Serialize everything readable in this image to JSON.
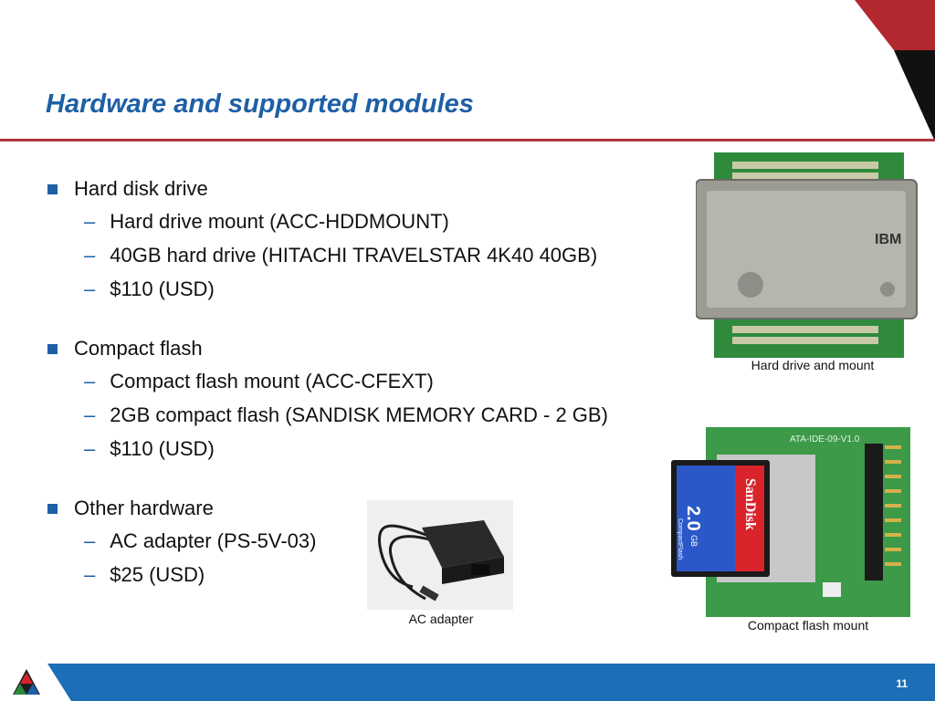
{
  "title": "Hardware and supported modules",
  "sections": [
    {
      "heading": "Hard disk drive",
      "items": [
        "Hard drive mount (ACC-HDDMOUNT)",
        "40GB hard drive (HITACHI TRAVELSTAR 4K40 40GB)",
        "$110 (USD)"
      ]
    },
    {
      "heading": "Compact flash",
      "items": [
        "Compact flash mount (ACC-CFEXT)",
        "2GB compact flash (SANDISK MEMORY CARD - 2 GB)",
        "$110 (USD)"
      ]
    },
    {
      "heading": "Other hardware",
      "items": [
        "AC adapter (PS-5V-03)",
        "$25 (USD)"
      ]
    }
  ],
  "captions": {
    "hdd": "Hard drive and mount",
    "cf": "Compact flash mount",
    "adapter": "AC adapter"
  },
  "photo_text": {
    "hdd_brand": "IBM",
    "cf_board": "ATA-IDE-09-V1.0",
    "cf_brand": "SanDisk",
    "cf_capacity": "2.0",
    "cf_unit": "GB",
    "cf_type": "CompactFlash"
  },
  "page_number": "11",
  "colors": {
    "accent": "#1e5fa6",
    "rule": "#b3333b",
    "footer": "#1c6eb7"
  }
}
